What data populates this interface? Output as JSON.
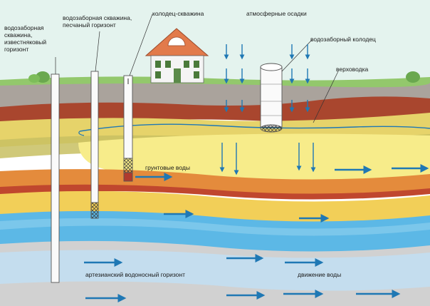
{
  "labels": {
    "limestone_well": "водозаборная скважина, известняковый горизонт",
    "sand_well": "водозаборная скважина, песчаный горизонт",
    "well_borehole": "колодец-скважина",
    "precipitation": "атмосферные осадки",
    "intake_well": "водозаборный колодец",
    "perched_water": "верховодка",
    "groundwater": "грунтовые воды",
    "artesian": "артезианский водоносный горизонт",
    "water_flow": "движение воды"
  },
  "colors": {
    "sky": "#dff0ea",
    "grass": "#8fc46a",
    "topsoil": "#a8a19a",
    "clay_red": "#a8442c",
    "sand_yellow": "#f0d96a",
    "clay_orange": "#e0893a",
    "aquifer_blue": "#5bb7e6",
    "bedrock_grey": "#cfcfcf",
    "arrow_blue": "#1f78b4"
  },
  "icons": {
    "house": "house-icon",
    "well": "well-ring-icon",
    "arrow": "flow-arrow-icon"
  }
}
